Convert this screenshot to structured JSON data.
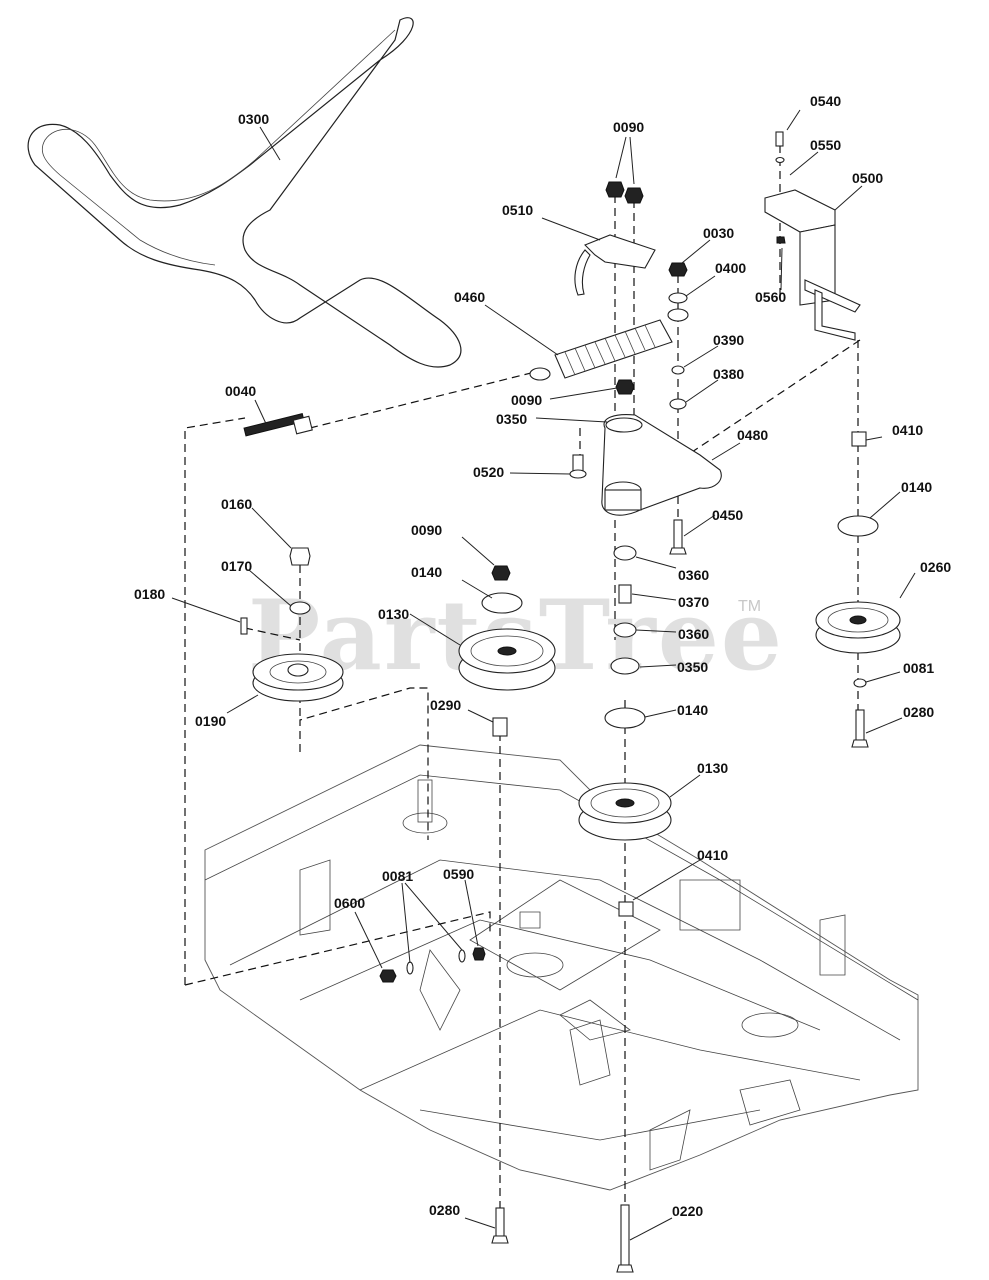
{
  "diagram": {
    "type": "exploded-parts-diagram",
    "subject": "Mower deck belt, idler and pulley assembly",
    "watermark": "PartsTree",
    "watermark_tm": "TM",
    "labels": [
      {
        "id": "0300",
        "text": "0300",
        "part": "drive belt"
      },
      {
        "id": "0090a",
        "text": "0090",
        "part": "flange lock nut (pair)"
      },
      {
        "id": "0540",
        "text": "0540",
        "part": "bolt"
      },
      {
        "id": "0550",
        "text": "0550",
        "part": "washer"
      },
      {
        "id": "0500",
        "text": "0500",
        "part": "bracket"
      },
      {
        "id": "0510",
        "text": "0510",
        "part": "belt guide bracket"
      },
      {
        "id": "0030",
        "text": "0030",
        "part": "lock nut"
      },
      {
        "id": "0400",
        "text": "0400",
        "part": "washer"
      },
      {
        "id": "0560",
        "text": "0560",
        "part": "nut"
      },
      {
        "id": "0460",
        "text": "0460",
        "part": "extension spring"
      },
      {
        "id": "0390",
        "text": "0390",
        "part": "spacer"
      },
      {
        "id": "0380",
        "text": "0380",
        "part": "washer"
      },
      {
        "id": "0040",
        "text": "0040",
        "part": "eye bolt"
      },
      {
        "id": "0090b",
        "text": "0090",
        "part": "lock nut"
      },
      {
        "id": "0350a",
        "text": "0350",
        "part": "washer"
      },
      {
        "id": "0480",
        "text": "0480",
        "part": "idler arm"
      },
      {
        "id": "0520",
        "text": "0520",
        "part": "shoulder bolt"
      },
      {
        "id": "0410a",
        "text": "0410",
        "part": "spacer"
      },
      {
        "id": "0140a",
        "text": "0140",
        "part": "belt keeper washer"
      },
      {
        "id": "0450",
        "text": "0450",
        "part": "bolt"
      },
      {
        "id": "0160",
        "text": "0160",
        "part": "hex nut"
      },
      {
        "id": "0090c",
        "text": "0090",
        "part": "lock nut"
      },
      {
        "id": "0260",
        "text": "0260",
        "part": "idler pulley"
      },
      {
        "id": "0360a",
        "text": "0360",
        "part": "bearing"
      },
      {
        "id": "0170",
        "text": "0170",
        "part": "washer"
      },
      {
        "id": "0140b",
        "text": "0140",
        "part": "belt keeper washer"
      },
      {
        "id": "0370",
        "text": "0370",
        "part": "spacer"
      },
      {
        "id": "0180",
        "text": "0180",
        "part": "key"
      },
      {
        "id": "0130a",
        "text": "0130",
        "part": "idler pulley"
      },
      {
        "id": "0360b",
        "text": "0360",
        "part": "bearing"
      },
      {
        "id": "0350b",
        "text": "0350",
        "part": "washer"
      },
      {
        "id": "0081a",
        "text": "0081",
        "part": "washer"
      },
      {
        "id": "0190",
        "text": "0190",
        "part": "spindle pulley"
      },
      {
        "id": "0290",
        "text": "0290",
        "part": "spacer"
      },
      {
        "id": "0140c",
        "text": "0140",
        "part": "belt keeper washer"
      },
      {
        "id": "0280a",
        "text": "0280",
        "part": "bolt"
      },
      {
        "id": "0130b",
        "text": "0130",
        "part": "idler pulley"
      },
      {
        "id": "0410b",
        "text": "0410",
        "part": "spacer"
      },
      {
        "id": "0081b",
        "text": "0081",
        "part": "washer (pair)"
      },
      {
        "id": "0590",
        "text": "0590",
        "part": "nut"
      },
      {
        "id": "0600",
        "text": "0600",
        "part": "lock nut"
      },
      {
        "id": "0280b",
        "text": "0280",
        "part": "bolt"
      },
      {
        "id": "0220",
        "text": "0220",
        "part": "bolt"
      }
    ]
  }
}
